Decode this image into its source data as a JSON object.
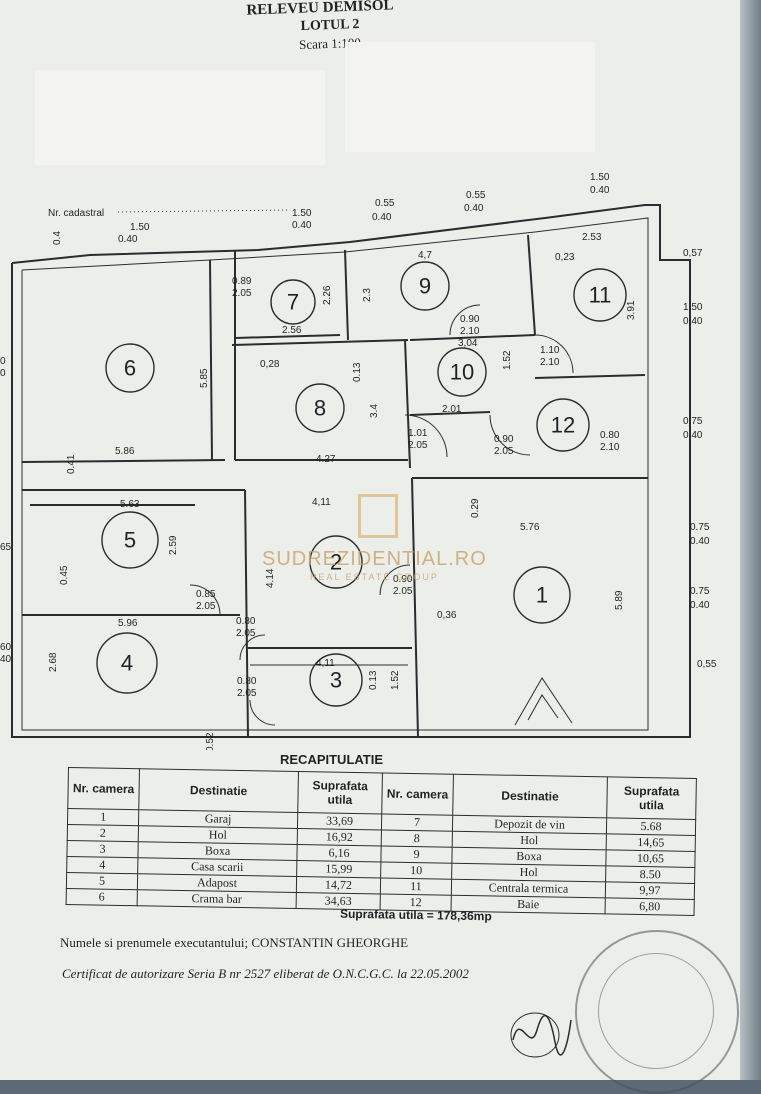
{
  "header": {
    "title": "RELEVEU DEMISOL",
    "lot": "LOTUL 2",
    "scale": "Scara 1:100"
  },
  "plan": {
    "cadastral_label": "Nr. cadastral",
    "rooms": [
      "1",
      "2",
      "3",
      "4",
      "5",
      "6",
      "7",
      "8",
      "9",
      "10",
      "11",
      "12"
    ],
    "dims": {
      "d_150_040_a": "1.50",
      "d_040_a": "0.40",
      "d_150_040_b": "1.50",
      "d_040_b": "0.40",
      "d_055_a": "0.55",
      "d_040_c": "0.40",
      "d_055_b": "0.55",
      "d_040_d": "0.40",
      "d_150_c": "1.50",
      "d_040_e": "0.40",
      "d_04": "0.4",
      "d_089": "0.89",
      "d_205_a": "2.05",
      "d_226": "2.26",
      "d_256": "2.56",
      "d_47": "4,7",
      "d_23": "2.3",
      "d_253": "2.53",
      "d_023": "0,23",
      "d_057": "0,57",
      "d_391": "3.91",
      "d_150_r": "1.50",
      "d_040_r": "0.40",
      "d_090_a": "0.90",
      "d_210_a": "2.10",
      "d_304": "3,04",
      "d_110": "1.10",
      "d_210_b": "2.10",
      "d_152_a": "1.52",
      "d_585": "5.85",
      "d_028": "0,28",
      "d_013_a": "0.13",
      "d_34": "3.4",
      "d_586": "5.86",
      "d_041": "0.41",
      "d_427": "4.27",
      "d_101": "1.01",
      "d_205_b": "2.05",
      "d_201": "2.01",
      "d_090_b": "0.90",
      "d_205_c": "2.05",
      "d_080_a": "0.80",
      "d_210_c": "2.10",
      "d_075_a": "0.75",
      "d_040_f": "0.40",
      "d_563": "5.63",
      "d_259": "2.59",
      "d_411_a": "4,11",
      "d_029": "0.29",
      "d_576": "5.76",
      "d_075_b": "0.75",
      "d_040_g": "0.40",
      "d_045": "0.45",
      "d_414": "4.14",
      "d_085": "0.85",
      "d_205_d": "2.05",
      "d_090_c": "0.90",
      "d_205_e": "2.05",
      "d_589": "5.89",
      "d_075_c": "0.75",
      "d_040_h": "0.40",
      "d_036": "0,36",
      "d_596": "5.96",
      "d_080_b": "0.80",
      "d_205_f": "2.05",
      "d_268": "2.68",
      "d_411_b": "4,11",
      "d_013_b": "0.13",
      "d_152_b": "1.52",
      "d_080_c": "0.80",
      "d_205_g": "2.05",
      "d_055_c": "0,55",
      "d_052": "0.52",
      "d_65": "65",
      "d_60": "60",
      "d_40l": "40",
      "d_0l": "0",
      "d_0l2": "0"
    }
  },
  "watermark": {
    "brand": "SUDREZIDENTIAL.RO",
    "tagline": "REAL ESTATE GROUP"
  },
  "recap": {
    "title": "RECAPITULATIE",
    "headers": [
      "Nr. camera",
      "Destinatie",
      "Suprafata utila",
      "Nr. camera",
      "Destinatie",
      "Suprafata utila"
    ],
    "rows": [
      [
        "1",
        "Garaj",
        "33,69",
        "7",
        "Depozit de vin",
        "5.68"
      ],
      [
        "2",
        "Hol",
        "16,92",
        "8",
        "Hol",
        "14,65"
      ],
      [
        "3",
        "Boxa",
        "6,16",
        "9",
        "Boxa",
        "10,65"
      ],
      [
        "4",
        "Casa scarii",
        "15,99",
        "10",
        "Hol",
        "8.50"
      ],
      [
        "5",
        "Adapost",
        "14,72",
        "11",
        "Centrala termica",
        "9,97"
      ],
      [
        "6",
        "Crama bar",
        "34,63",
        "12",
        "Baie",
        "6,80"
      ]
    ],
    "total": "Suprafata utila = 178,36mp"
  },
  "footer": {
    "executant": "Numele si prenumele executantului; CONSTANTIN GHEORGHE",
    "certificate": "Certificat de autorizare Seria B nr 2527 eliberat de O.N.C.G.C. la 22.05.2002"
  }
}
